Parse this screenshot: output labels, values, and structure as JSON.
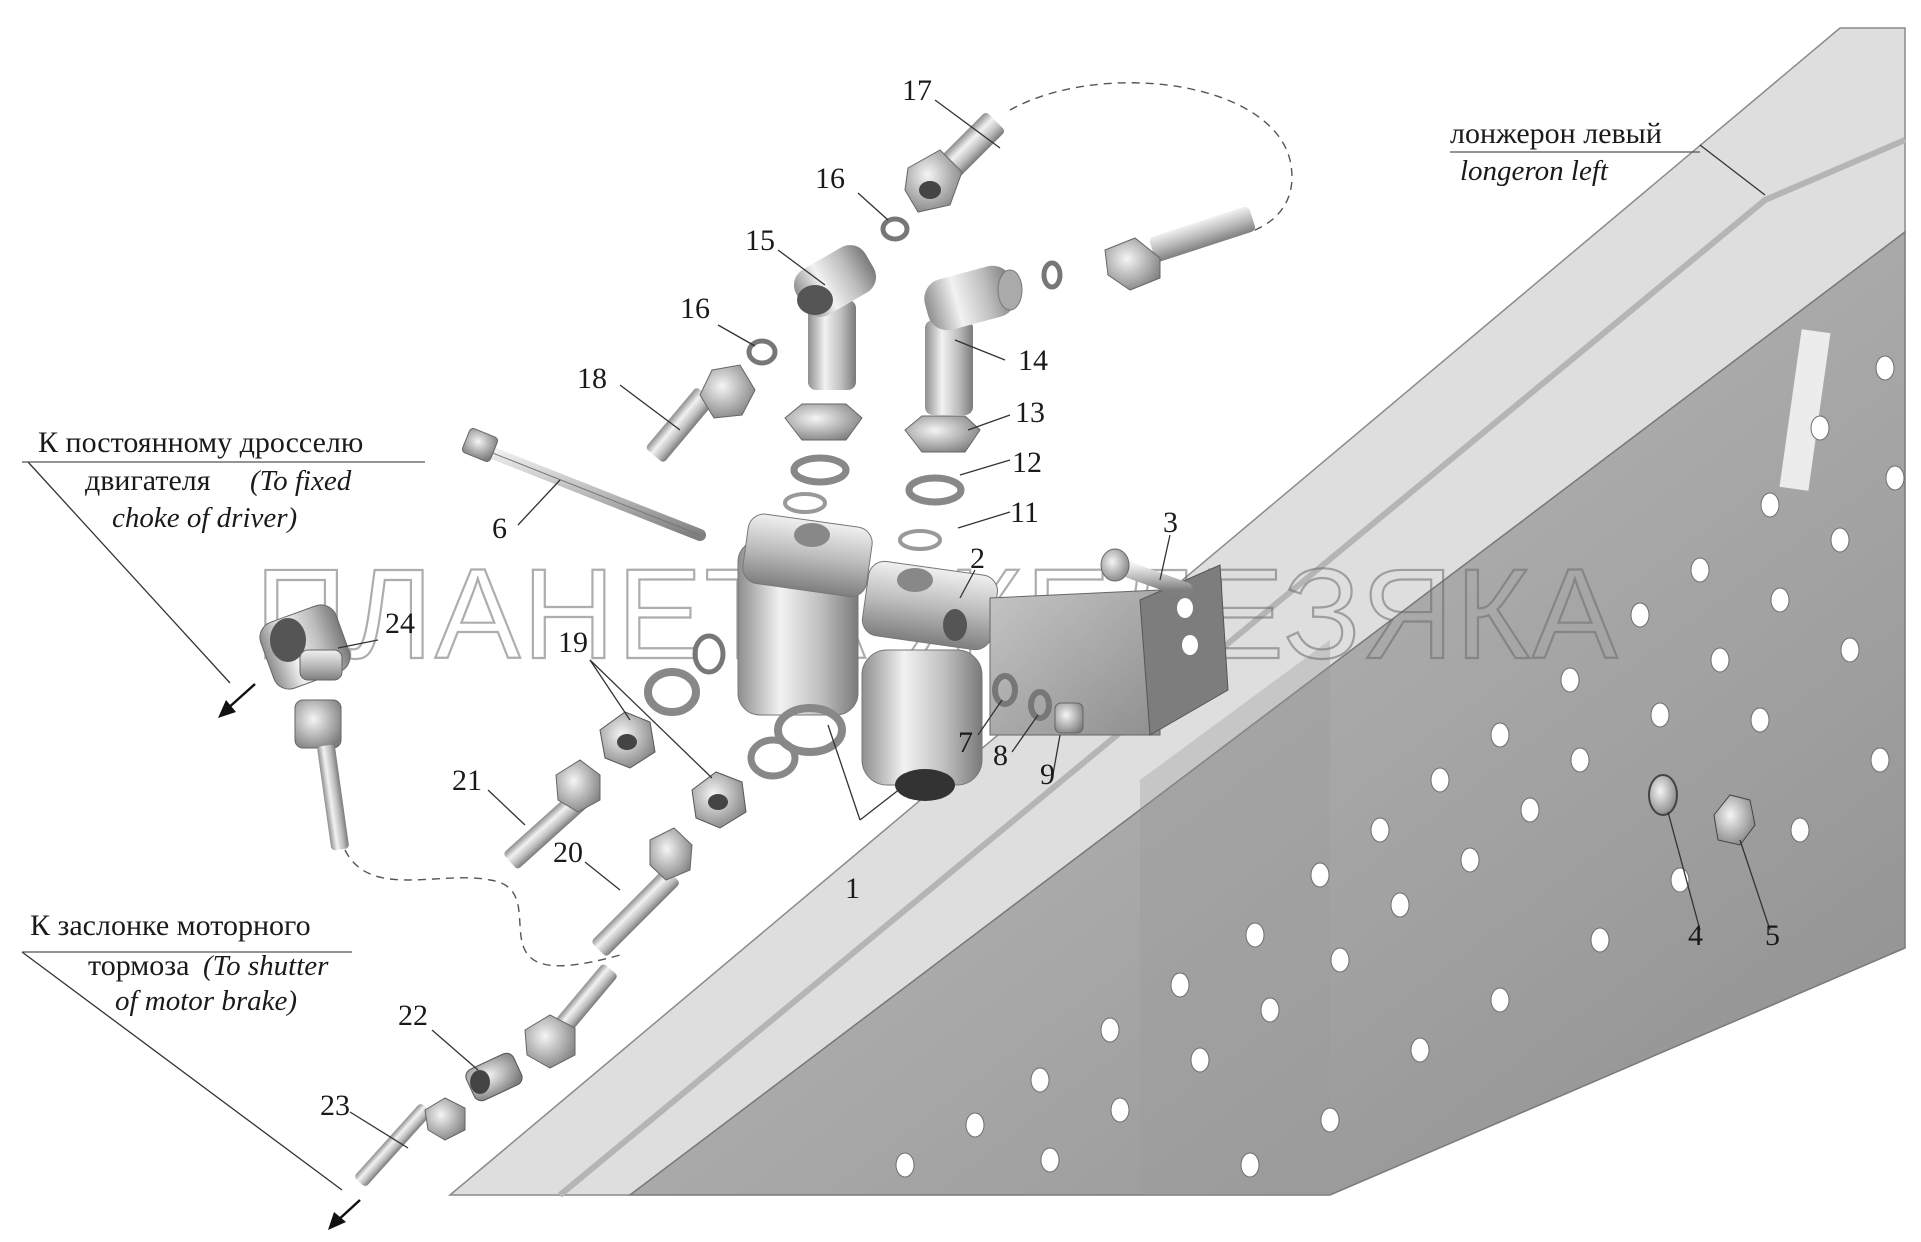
{
  "watermark": "ПЛАНЕТА ЖЕЛЕЗЯКА",
  "frame_label": {
    "ru": "лонжерон левый",
    "en": "longeron left"
  },
  "callouts": {
    "fixed_choke": {
      "ru_line1": "К постоянному дросселю",
      "ru_line2": "двигателя",
      "en_line1": "(To fixed",
      "en_line2": "choke of driver)"
    },
    "motor_brake": {
      "ru_line1": "К заслонке моторного",
      "ru_line2": "тормоза",
      "en_line1": "(To shutter",
      "en_line2": "of motor brake)"
    }
  },
  "part_numbers": [
    "1",
    "2",
    "3",
    "4",
    "5",
    "6",
    "7",
    "8",
    "9",
    "11",
    "12",
    "13",
    "14",
    "15",
    "16",
    "16",
    "17",
    "18",
    "19",
    "20",
    "21",
    "22",
    "23",
    "24"
  ],
  "colors": {
    "frame_light": "#dcdcdc",
    "frame_dark": "#a9a9a9",
    "hole": "#ffffff",
    "line": "#333333"
  }
}
